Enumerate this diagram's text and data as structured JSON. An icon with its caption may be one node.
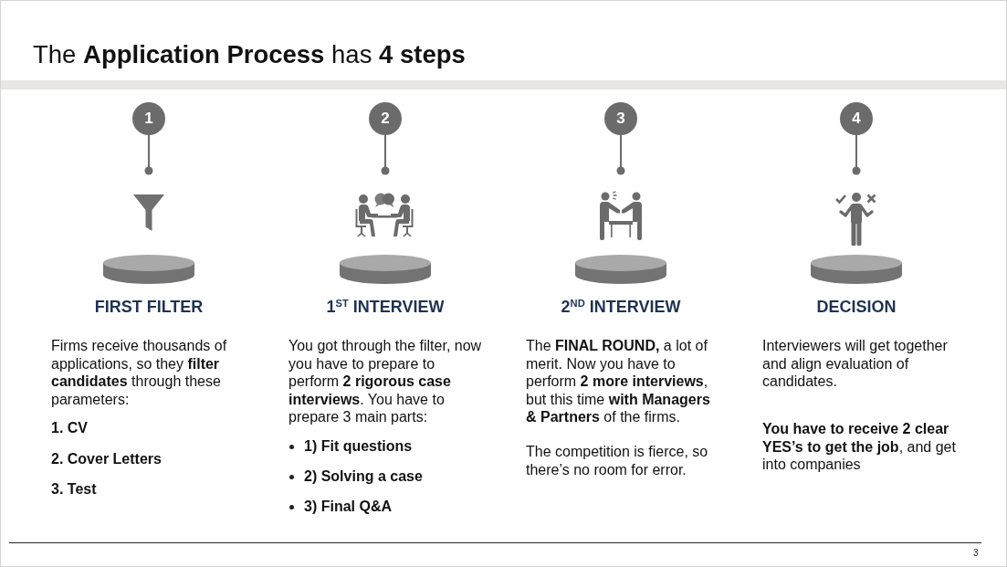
{
  "diagram": {
    "title": "The **Application Process** has **4 steps**",
    "nodes": [
      {
        "text": [
          "1"
        ]
      },
      {
        "text": [
          "2"
        ]
      },
      {
        "text": [
          "3"
        ]
      },
      {
        "text": [
          "4"
        ]
      }
    ],
    "edges": [
      {
        "from": 0,
        "to": null,
        "arrow": "other"
      },
      {
        "from": 1,
        "to": null,
        "arrow": "other"
      },
      {
        "from": 2,
        "to": null,
        "arrow": "other"
      },
      {
        "from": 3,
        "to": null,
        "arrow": "other"
      }
    ],
    "labels": [
      "FIRST FILTER",
      "Firms receive thousands of applications, so they **filter candidates** through these parameters:",
      "1. CV",
      "2. Cover Letters",
      "3. Test",
      "1$^{ST}$ INTERVIEW",
      "You got through the filter, now you have to prepare to perform **2 rigorous case interviews**. You have to prepare 3 main parts:",
      "1) Fit questions",
      "2) Solving a case",
      "3) Final Q&A",
      "2$^{ND}$ INTERVIEW",
      "The **FINAL ROUND,** a lot of merit. Now you have to perform **2 more interviews**, but this time **with Managers & Partners** of the firms.",
      "The competition is fierce, so there’s no room for error.",
      "DECISION",
      "Interviewers will get together and align evaluation of candidates.",
      "**You have to receive 2 clear YES’s to get the job**, and get into companies",
      "3"
    ]
  }
}
